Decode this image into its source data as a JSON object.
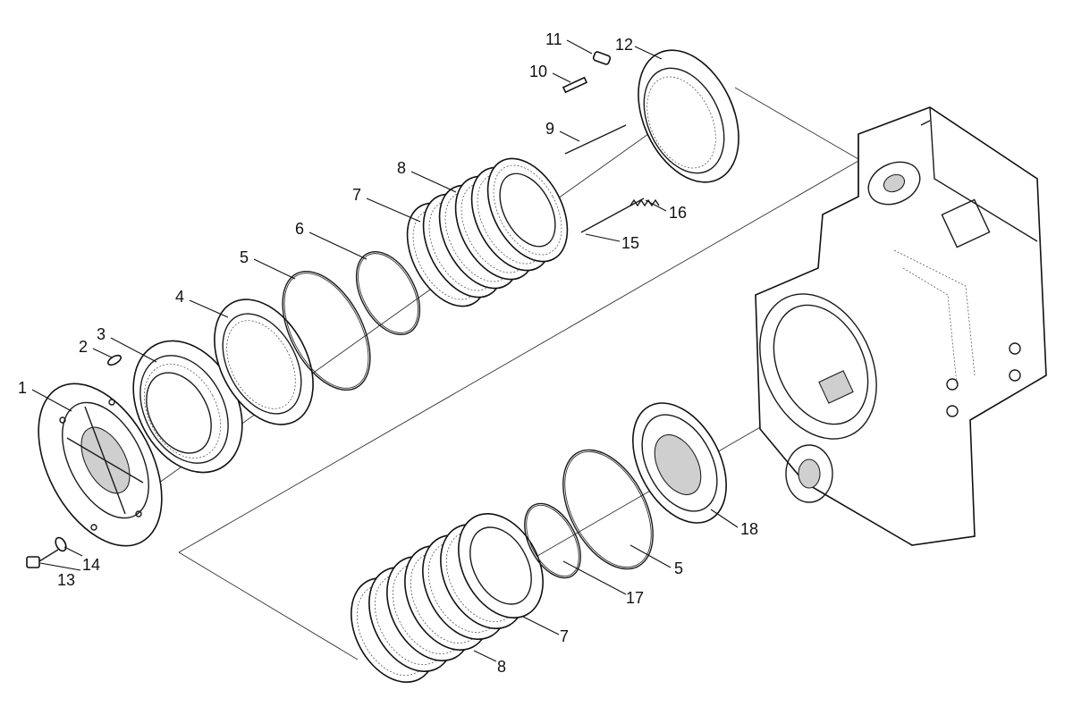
{
  "callouts": [
    {
      "id": "c1",
      "label": "1"
    },
    {
      "id": "c2",
      "label": "2"
    },
    {
      "id": "c3",
      "label": "3"
    },
    {
      "id": "c4",
      "label": "4"
    },
    {
      "id": "c5a",
      "label": "5"
    },
    {
      "id": "c6",
      "label": "6"
    },
    {
      "id": "c7a",
      "label": "7"
    },
    {
      "id": "c8a",
      "label": "8"
    },
    {
      "id": "c9",
      "label": "9"
    },
    {
      "id": "c10",
      "label": "10"
    },
    {
      "id": "c11",
      "label": "11"
    },
    {
      "id": "c12",
      "label": "12"
    },
    {
      "id": "c13",
      "label": "13"
    },
    {
      "id": "c14",
      "label": "14"
    },
    {
      "id": "c15",
      "label": "15"
    },
    {
      "id": "c16",
      "label": "16"
    },
    {
      "id": "c17",
      "label": "17"
    },
    {
      "id": "c18",
      "label": "18"
    },
    {
      "id": "c5b",
      "label": "5"
    },
    {
      "id": "c7b",
      "label": "7"
    },
    {
      "id": "c8b",
      "label": "8"
    }
  ]
}
